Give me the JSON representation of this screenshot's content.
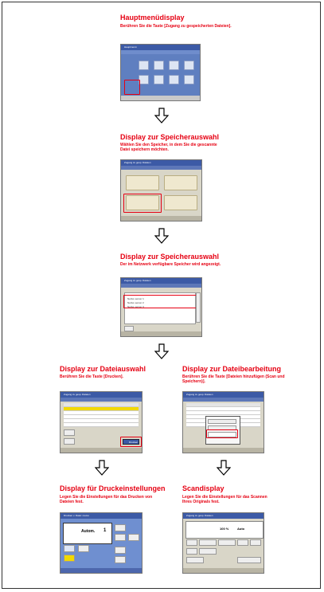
{
  "steps": {
    "main_menu": {
      "title": "Hauptmenüdisplay",
      "desc": "Berühren Sie die Taste [Zugang zu gespeicherten Dateien]."
    },
    "storage_select_1": {
      "title": "Display zur Speicherauswahl",
      "desc": "Wählen Sie den Speicher, in dem Sie die gescannte Datei speichern möchten."
    },
    "storage_select_2": {
      "title": "Display zur Speicherauswahl",
      "desc": "Der im Netzwerk verfügbare Speicher wird angezeigt."
    },
    "file_select": {
      "title": "Display zur Dateiauswahl",
      "desc": "Berühren Sie die Taste [Drucken]."
    },
    "file_edit": {
      "title": "Display zur Dateibearbeitung",
      "desc": "Berühren Sie die Taste [Dateien hinzufügen (Scan und Speichern)]."
    },
    "print_settings": {
      "title": "Display für Druckeinstellungen",
      "desc": "Legen Sie die Einstellungen für das Drucken von Dateien fest."
    },
    "scan": {
      "title": "Scandisplay",
      "desc": "Legen Sie die Einstellungen für das Scannen Ihres Originals fest."
    }
  },
  "screens": {
    "main_menu": {
      "header": "Hauptmenü"
    },
    "storage": {
      "header": "Zugang zu gesp. Dateien"
    },
    "network": {
      "header": "Zugang zu gesp. Dateien",
      "items": [
        "Netzw.-server 1",
        "Netzw.-server 2",
        "Netzw.-server 3"
      ]
    },
    "file_select": {
      "header": "Zugang zu gesp. Dateien",
      "print_label": "Drucken"
    },
    "file_edit": {
      "header": "Zugang zu gesp. Dateien"
    },
    "print_settings": {
      "header": "Drucken v. Datei: memo",
      "copies": "Autom.",
      "count": "1"
    },
    "scan": {
      "header": "Zugang zu gesp. Dateien",
      "zoom": "100 %",
      "mode": "Auto"
    }
  },
  "colors": {
    "accent": "#e60012",
    "screen_blue": "#3c5aa6"
  }
}
